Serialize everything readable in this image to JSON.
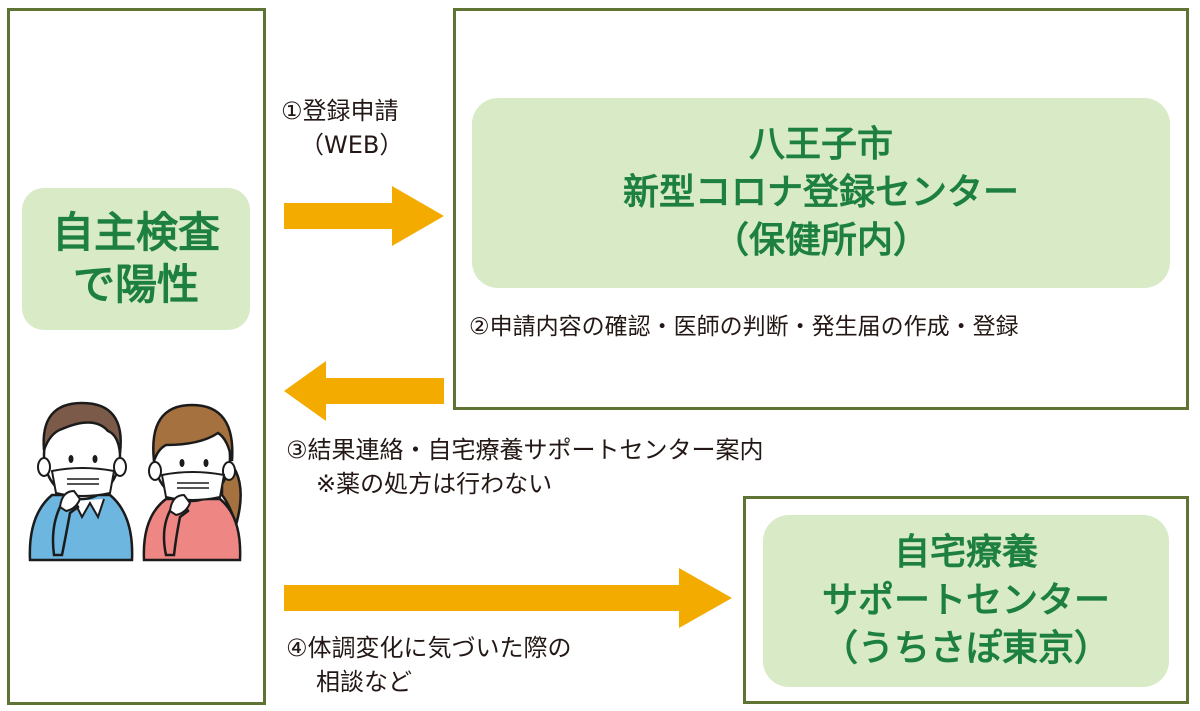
{
  "colors": {
    "frame_border": "#5f7335",
    "pill_bg": "#d8eac6",
    "pill_text": "#1d8040",
    "arrow": "#f3ab00",
    "text": "#231815"
  },
  "left_box": {
    "title_line1": "自主検査",
    "title_line2": "で陽性",
    "illustration": "masked-people-icon"
  },
  "center_box": {
    "title_line1": "八王子市",
    "title_line2": "新型コロナ登録センター",
    "title_line3": "（保健所内）",
    "note": "②申請内容の確認・医師の判断・発生届の作成・登録"
  },
  "support_box": {
    "title_line1": "自宅療養",
    "title_line2": "サポートセンター",
    "title_line3": "（うちさぽ東京）"
  },
  "steps": [
    {
      "line1": "①登録申請",
      "line2": "（WEB）",
      "direction": "right"
    },
    {
      "line1": "③結果連絡・自宅療養サポートセンター案内",
      "line2": "※薬の処方は行わない",
      "direction": "left"
    },
    {
      "line1": "④体調変化に気づいた際の",
      "line2": "相談など",
      "direction": "right"
    }
  ]
}
